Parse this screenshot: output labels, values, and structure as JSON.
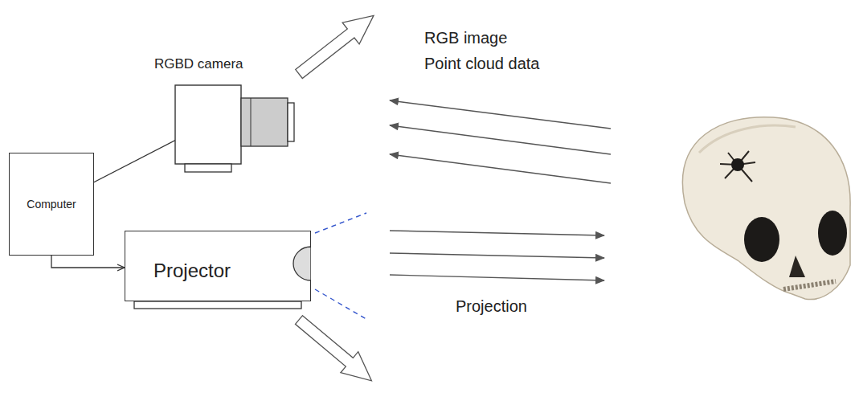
{
  "diagram": {
    "nodes": [
      {
        "text": [
          "RGBD camera"
        ]
      },
      {
        "text": [
          "Computer"
        ]
      },
      {
        "text": [
          "Projector"
        ]
      }
    ],
    "edges": [
      {
        "from": 0,
        "to": 1,
        "arrow": "to"
      },
      {
        "from": 1,
        "to": 2,
        "arrow": "to"
      }
    ],
    "labels": [
      "RGB image",
      "Point cloud data",
      "Projection"
    ]
  }
}
